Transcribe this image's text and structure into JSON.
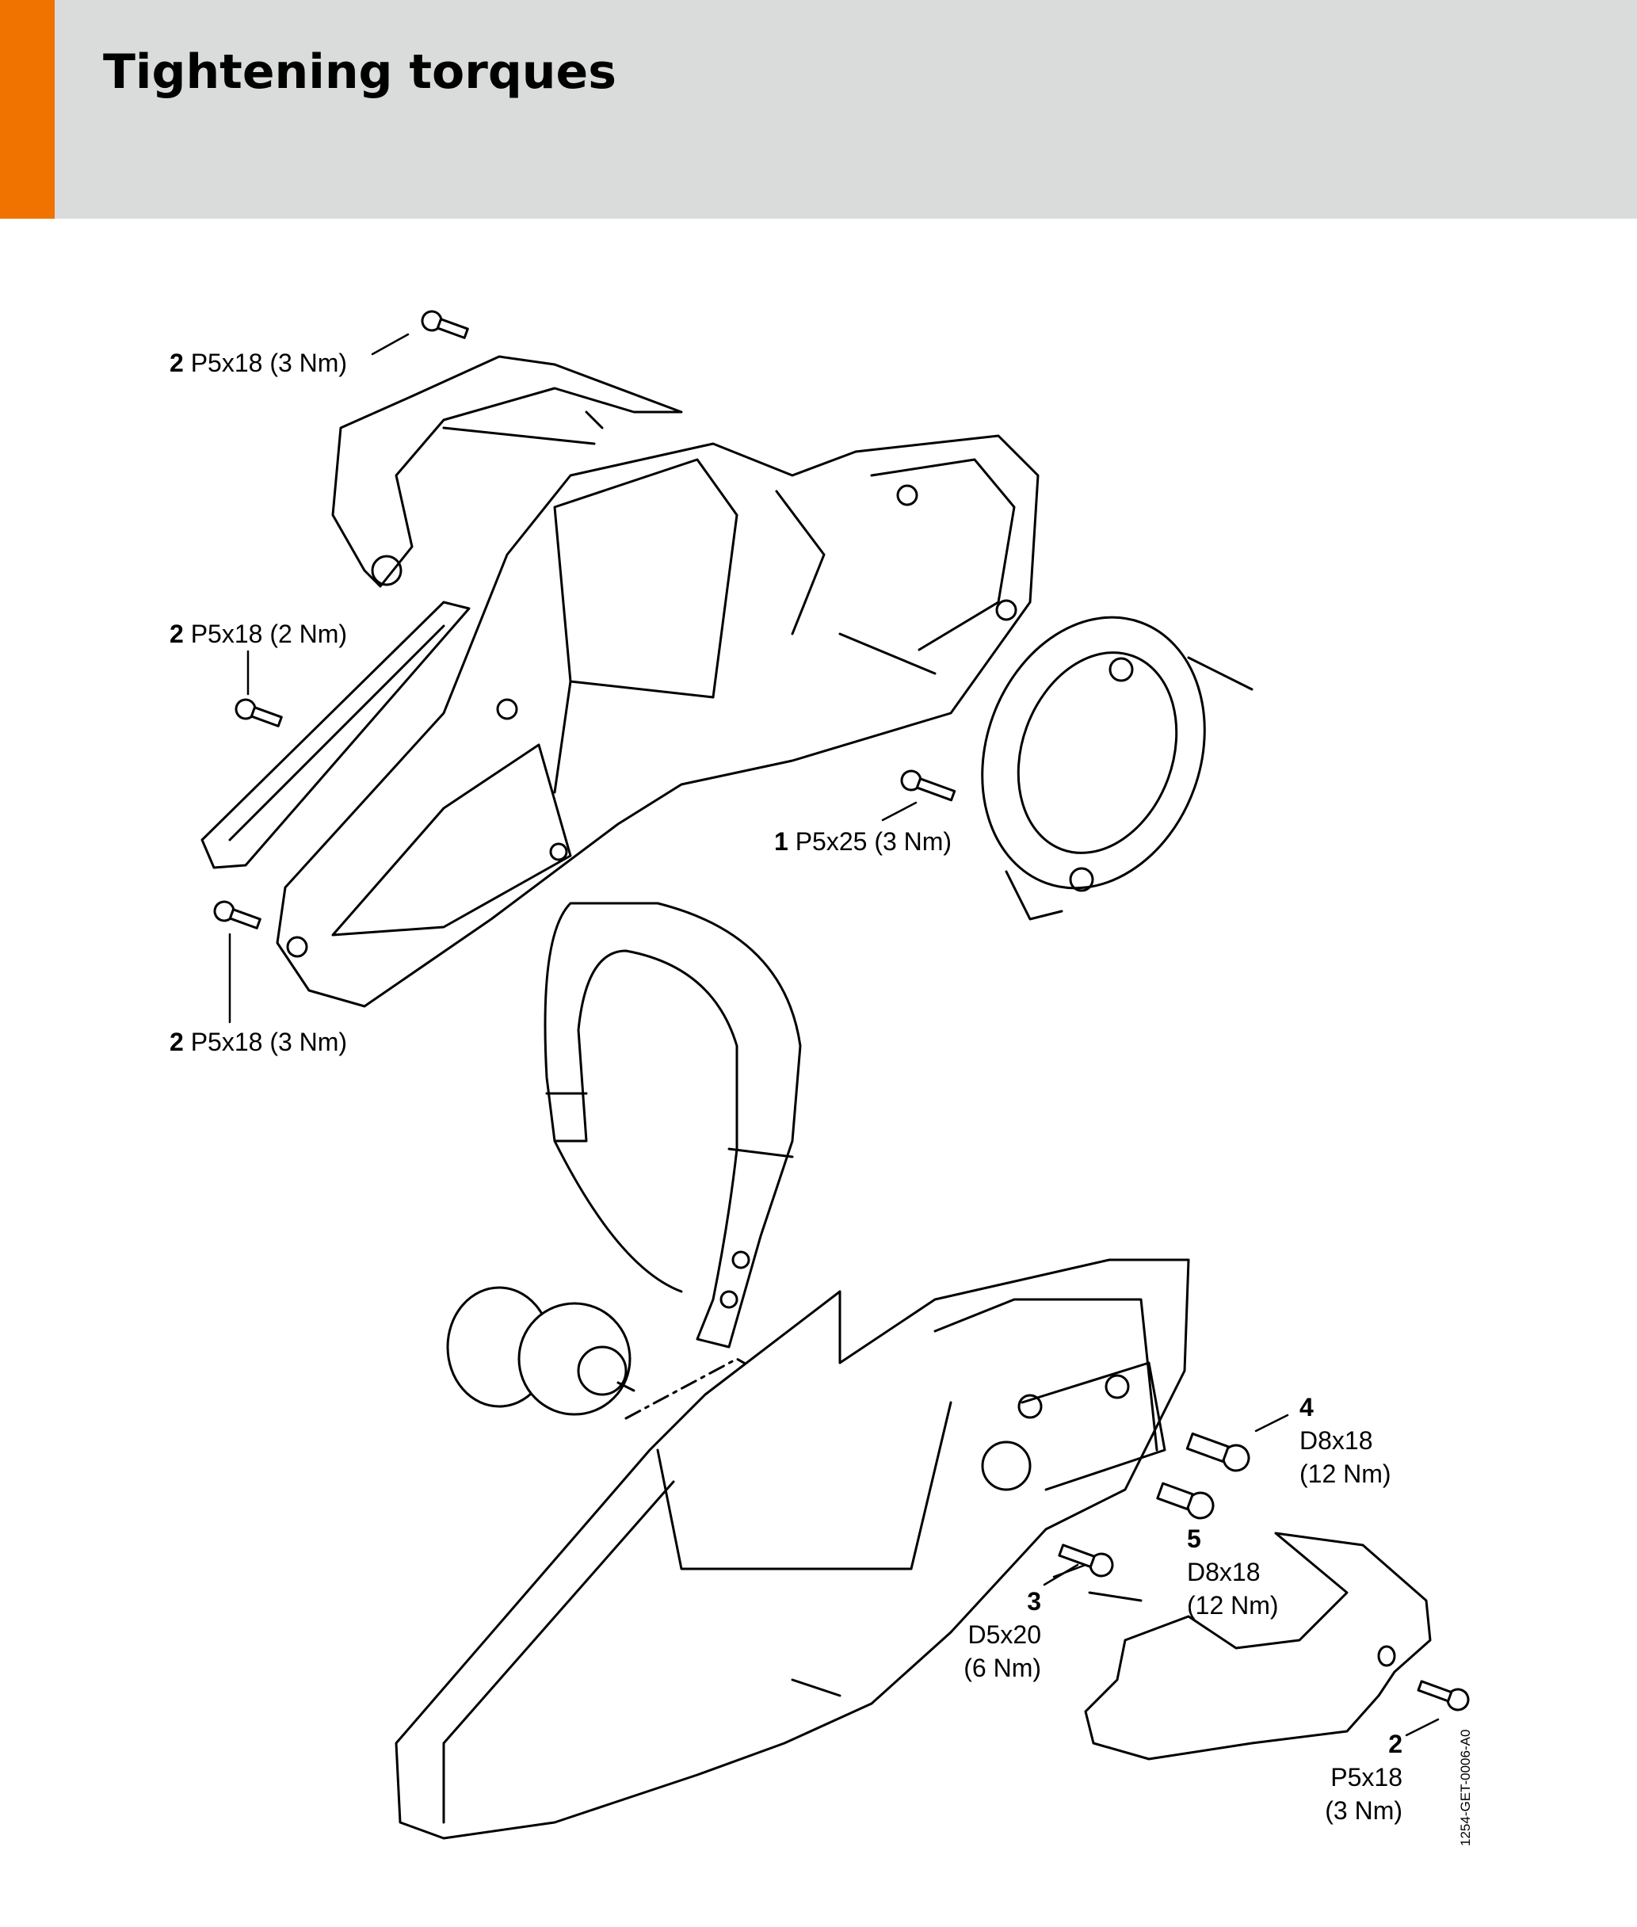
{
  "header": {
    "title": "Tightening torques",
    "accent_color": "#f07300",
    "background_color": "#dadbdb"
  },
  "callouts": [
    {
      "qty": "2",
      "screw": "P5x18",
      "torque": "(3 Nm)"
    },
    {
      "qty": "2",
      "screw": "P5x18",
      "torque": "(2 Nm)"
    },
    {
      "qty": "2",
      "screw": "P5x18",
      "torque": "(3 Nm)"
    },
    {
      "qty": "1",
      "screw": "P5x25",
      "torque": "(3 Nm)"
    },
    {
      "qty": "4",
      "screw": "D8x18",
      "torque": "(12 Nm)"
    },
    {
      "qty": "5",
      "screw": "D8x18",
      "torque": "(12 Nm)"
    },
    {
      "qty": "3",
      "screw": "D5x20",
      "torque": "(6 Nm)"
    },
    {
      "qty": "2",
      "screw": "P5x18",
      "torque": "(3 Nm)"
    }
  ],
  "figure_code": "1254-GET-0006-A0",
  "icons": [
    "screw-icon",
    "chainsaw-housing-drawing"
  ]
}
